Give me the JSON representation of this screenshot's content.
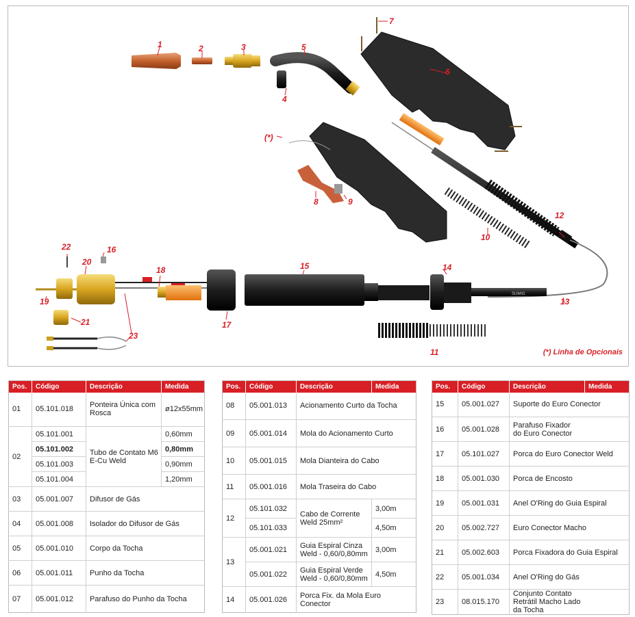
{
  "callouts": [
    {
      "id": "1",
      "label": "1"
    },
    {
      "id": "2",
      "label": "2"
    },
    {
      "id": "3",
      "label": "3"
    },
    {
      "id": "4",
      "label": "4"
    },
    {
      "id": "5",
      "label": "5"
    },
    {
      "id": "6",
      "label": "6"
    },
    {
      "id": "7",
      "label": "7"
    },
    {
      "id": "8",
      "label": "8"
    },
    {
      "id": "9",
      "label": "9"
    },
    {
      "id": "10",
      "label": "10"
    },
    {
      "id": "11",
      "label": "11"
    },
    {
      "id": "12",
      "label": "12"
    },
    {
      "id": "13",
      "label": "13"
    },
    {
      "id": "14",
      "label": "14"
    },
    {
      "id": "15",
      "label": "15"
    },
    {
      "id": "16",
      "label": "16"
    },
    {
      "id": "17",
      "label": "17"
    },
    {
      "id": "18",
      "label": "18"
    },
    {
      "id": "19",
      "label": "19"
    },
    {
      "id": "20",
      "label": "20"
    },
    {
      "id": "21",
      "label": "21"
    },
    {
      "id": "22",
      "label": "22"
    },
    {
      "id": "23",
      "label": "23"
    },
    {
      "id": "opt",
      "label": "(*)"
    }
  ],
  "optional_note": "(*) Linha de Opcionais",
  "headers": {
    "pos": "Pos.",
    "codigo": "Código",
    "descricao": "Descrição",
    "medida": "Medida"
  },
  "colors": {
    "accent": "#d81f26",
    "copper": "#c4622d",
    "brass": "#d9a520",
    "orange": "#f28a1c",
    "black": "#1e1e1e"
  },
  "table1": {
    "r01": {
      "pos": "01",
      "codigo": "05.101.018",
      "descricao": "Ponteira Única com Rosca",
      "medida": "ø12x55mm"
    },
    "r02": {
      "pos": "02",
      "descricao": "Tubo de Contato M6 E-Cu Weld",
      "sub": [
        {
          "codigo": "05.101.001",
          "medida": "0,60mm"
        },
        {
          "codigo": "05.101.002",
          "medida": "0,80mm"
        },
        {
          "codigo": "05.101.003",
          "medida": "0,90mm"
        },
        {
          "codigo": "05.101.004",
          "medida": "1,20mm"
        }
      ]
    },
    "r03": {
      "pos": "03",
      "codigo": "05.001.007",
      "descricao": "Difusor de Gás"
    },
    "r04": {
      "pos": "04",
      "codigo": "05.001.008",
      "descricao": "Isolador do Difusor de Gás"
    },
    "r05": {
      "pos": "05",
      "codigo": "05.001.010",
      "descricao": "Corpo da Tocha"
    },
    "r06": {
      "pos": "06",
      "codigo": "05.001.011",
      "descricao": "Punho da Tocha"
    },
    "r07": {
      "pos": "07",
      "codigo": "05.001.012",
      "descricao": "Parafuso do Punho da Tocha"
    }
  },
  "table2": {
    "r08": {
      "pos": "08",
      "codigo": "05.001.013",
      "descricao": "Acionamento Curto da Tocha"
    },
    "r09": {
      "pos": "09",
      "codigo": "05.001.014",
      "descricao": "Mola do Acionamento Curto"
    },
    "r10": {
      "pos": "10",
      "codigo": "05.001.015",
      "descricao": "Mola Dianteira do Cabo"
    },
    "r11": {
      "pos": "11",
      "codigo": "05.001.016",
      "descricao": "Mola Traseira do Cabo"
    },
    "r12": {
      "pos": "12",
      "descricao": "Cabo de Corrente Weld 25mm²",
      "sub": [
        {
          "codigo": "05.101.032",
          "medida": "3,00m"
        },
        {
          "codigo": "05.101.033",
          "medida": "4,50m"
        }
      ]
    },
    "r13": {
      "pos": "13",
      "sub": [
        {
          "codigo": "05.001.021",
          "descricao": "Guia Espiral Cinza Weld - 0,60/0,80mm",
          "medida": "3,00m"
        },
        {
          "codigo": "05.001.022",
          "descricao": "Guia Espiral Verde Weld - 0,60/0,80mm",
          "medida": "4,50m"
        }
      ]
    },
    "r14": {
      "pos": "14",
      "codigo": "05.001.026",
      "descricao": "Porca Fix. da Mola Euro Conector"
    }
  },
  "table3": {
    "r15": {
      "pos": "15",
      "codigo": "05.001.027",
      "descricao": "Suporte do Euro Conector"
    },
    "r16": {
      "pos": "16",
      "codigo": "05.001.028",
      "descricao": "Parafuso Fixador do Euro Conector"
    },
    "r17": {
      "pos": "17",
      "codigo": "05.101.027",
      "descricao": "Porca do Euro Conector Weld"
    },
    "r18": {
      "pos": "18",
      "codigo": "05.001.030",
      "descricao": "Porca de Encosto"
    },
    "r19": {
      "pos": "19",
      "codigo": "05.001.031",
      "descricao": "Anel O'Ring do Guia Espiral"
    },
    "r20": {
      "pos": "20",
      "codigo": "05.002.727",
      "descricao": "Euro Conector Macho"
    },
    "r21": {
      "pos": "21",
      "codigo": "05.002.603",
      "descricao": "Porca Fixadora do Guia Espiral"
    },
    "r22": {
      "pos": "22",
      "codigo": "05.001.034",
      "descricao": "Anel O'Ring do Gás"
    },
    "r23": {
      "pos": "23",
      "codigo": "08.015.170",
      "descricao": "Conjunto Contato Retrátil Macho Lado da Tocha"
    }
  }
}
